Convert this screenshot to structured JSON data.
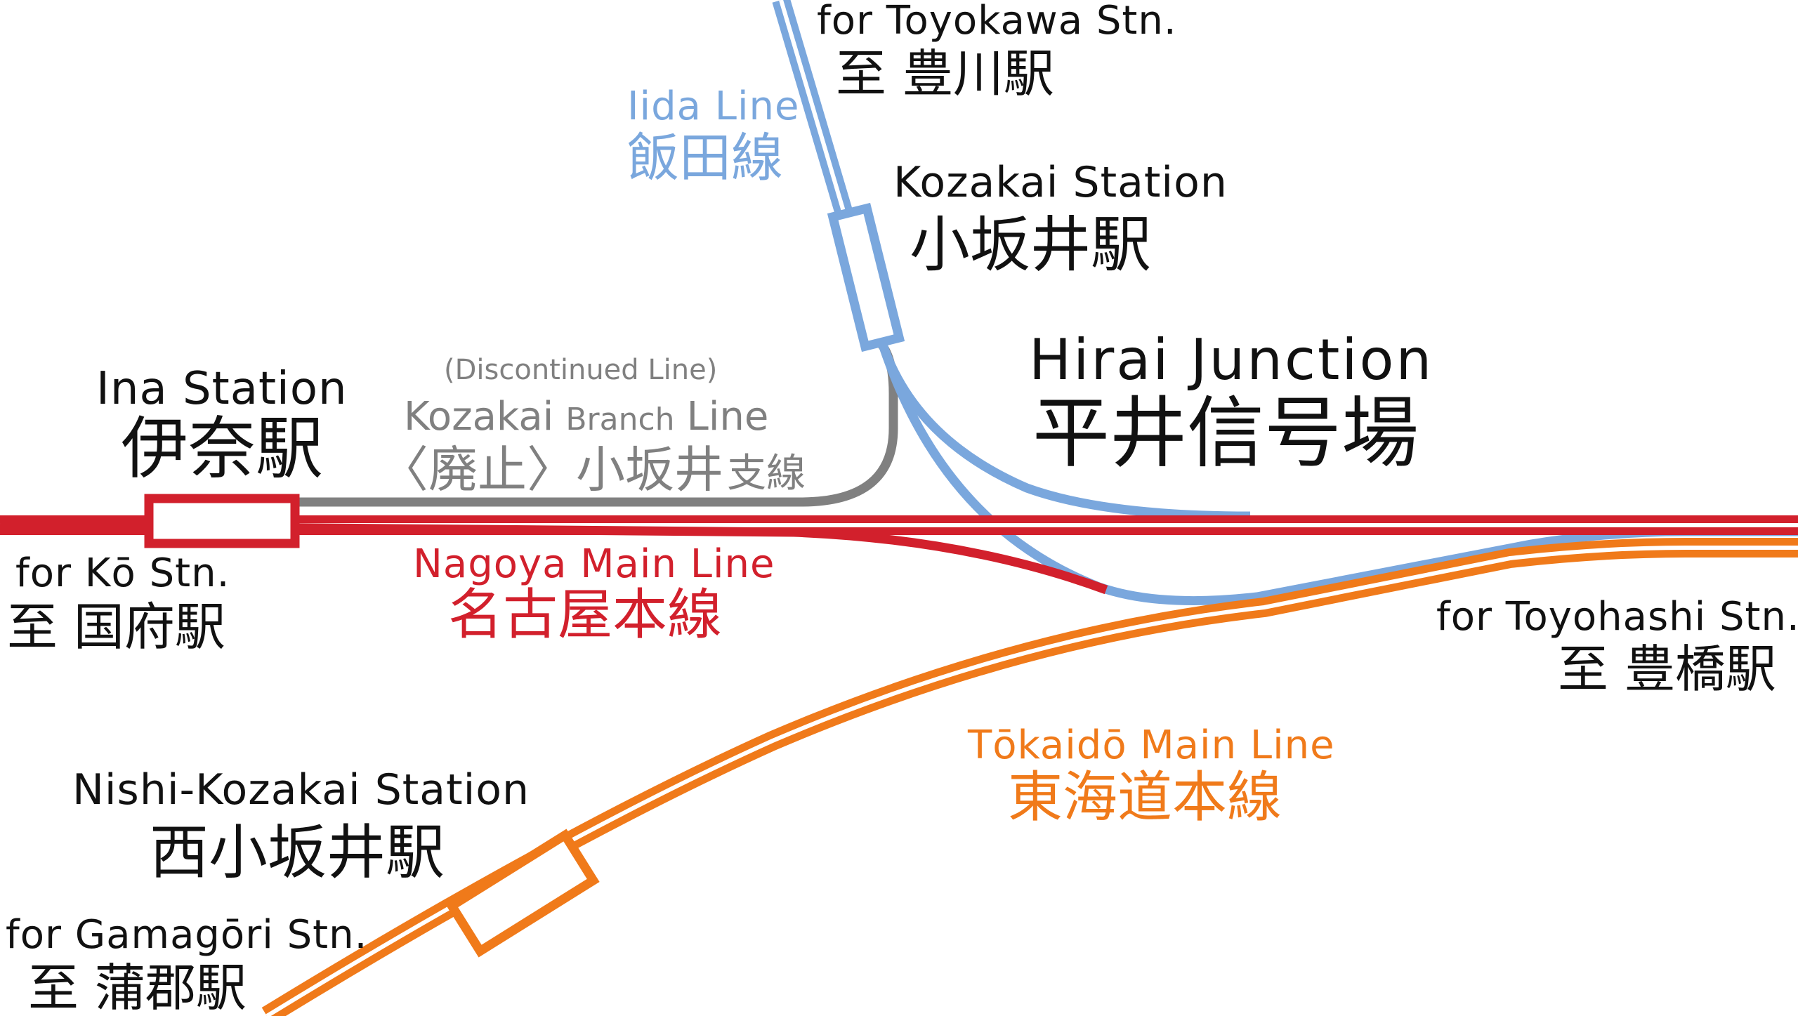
{
  "colors": {
    "nagoya": "#d2202c",
    "tokaido": "#f07a1a",
    "iida": "#7aa7dd",
    "discontinued": "#808080",
    "text": "#111111"
  },
  "labels": {
    "for_toyokawa": "for Toyokawa Stn.",
    "to_toyokawa": "至 豊川駅",
    "iida_en": "Iida Line",
    "iida_ja": "飯田線",
    "kozakai_en": "Kozakai Station",
    "kozakai_ja": "小坂井駅",
    "hirai_en": "Hirai Junction",
    "hirai_ja": "平井信号場",
    "ina_en": "Ina Station",
    "ina_ja": "伊奈駅",
    "discontinued_note": "(Discontinued Line)",
    "branch_en_1": "Kozakai",
    "branch_en_2": "Branch",
    "branch_en_3": "Line",
    "branch_ja_1": "〈廃止〉小坂井",
    "branch_ja_2": "支線",
    "for_ko": "for Kō Stn.",
    "to_ko": "至 国府駅",
    "nagoya_en": "Nagoya Main Line",
    "nagoya_ja": "名古屋本線",
    "for_toyohashi": "for Toyohashi Stn.",
    "to_toyohashi": "至 豊橋駅",
    "tokaido_en": "Tōkaidō Main Line",
    "tokaido_ja": "東海道本線",
    "nishi_en": "Nishi-Kozakai Station",
    "nishi_ja": "西小坂井駅",
    "for_gamagori": "for Gamagōri Stn.",
    "to_gamagori": "至 蒲郡駅"
  }
}
